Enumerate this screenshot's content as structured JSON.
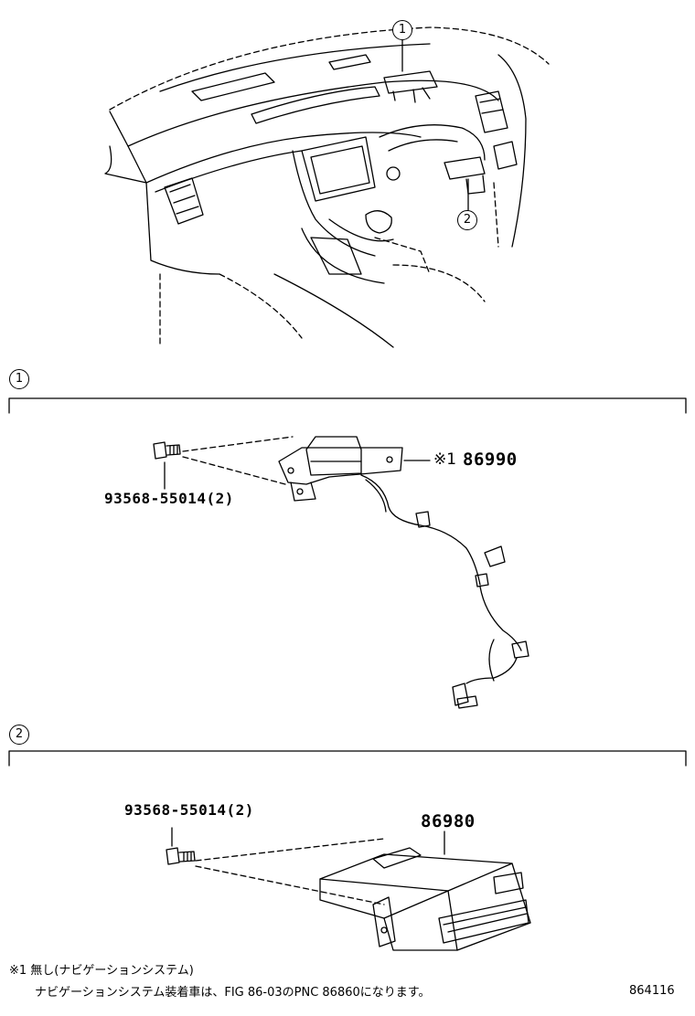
{
  "callouts": {
    "top_1": "1",
    "top_2": "2",
    "section1_marker": "1",
    "section2_marker": "2"
  },
  "section1": {
    "bolt_part": "93568-55014(2)",
    "module_part": "86990",
    "module_note_marker": "※1"
  },
  "section2": {
    "bolt_part": "93568-55014(2)",
    "ecu_part": "86980"
  },
  "footnotes": {
    "line1": "※1 無し(ナビゲーションシステム)",
    "line2": "ナビゲーションシステム装着車は、FIG 86-03のPNC 86860になります。"
  },
  "figure_number": "864116"
}
